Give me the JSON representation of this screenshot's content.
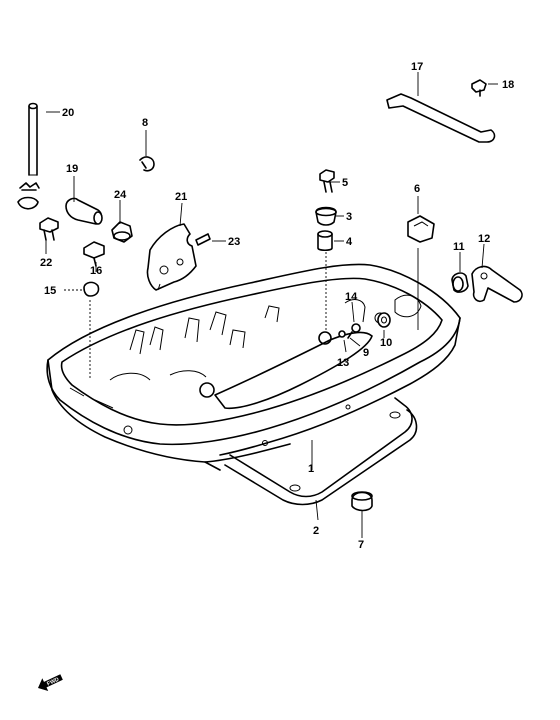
{
  "callouts": {
    "c1": "1",
    "c2": "2",
    "c3": "3",
    "c4": "4",
    "c5": "5",
    "c6": "6",
    "c7": "7",
    "c8": "8",
    "c9": "9",
    "c10": "10",
    "c11": "11",
    "c12": "12",
    "c13": "13",
    "c14": "14",
    "c15": "15",
    "c16": "16",
    "c17": "17",
    "c18": "18",
    "c19": "19",
    "c20": "20",
    "c21": "21",
    "c22": "22",
    "c23": "23",
    "c24": "24"
  },
  "fwd_mark": "FWD",
  "icons": {
    "fwd_arrow": "fwd-arrow-icon"
  }
}
